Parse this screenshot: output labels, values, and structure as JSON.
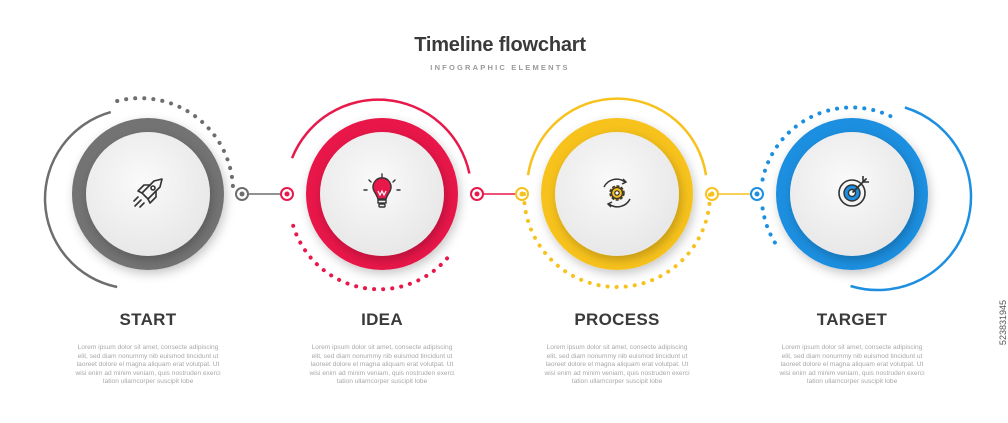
{
  "header": {
    "title": "Timeline flowchart",
    "subtitle": "INFOGRAPHIC ELEMENTS"
  },
  "steps": [
    {
      "label": "START",
      "color": "#6e6e6e",
      "icon": "rocket-icon",
      "desc": "Lorem ipsum dolor sit amet, consecte adipiscing elit, sed diam nonummy nib euismod tincidunt ut laoreet dolore el magna aliquam erat volutpat. Ut wisi enim ad minim veniam, quis nostruden exerci tation ullamcorper suscipit lobe"
    },
    {
      "label": "IDEA",
      "color": "#e8194a",
      "icon": "lightbulb-icon",
      "desc": "Lorem ipsum dolor sit amet, consecte adipiscing elit, sed diam nonummy nib euismod tincidunt ut laoreet dolore el magna aliquam erat volutpat. Ut wisi enim ad minim veniam, quis nostruden exerci tation ullamcorper suscipit lobe"
    },
    {
      "label": "PROCESS",
      "color": "#f7c21e",
      "icon": "gear-cycle-icon",
      "desc": "Lorem ipsum dolor sit amet, consecte adipiscing elit, sed diam nonummy nib euismod tincidunt ut laoreet dolore el magna aliquam erat volutpat. Ut wisi enim ad minim veniam, quis nostruden exerci tation ullamcorper suscipit lobe"
    },
    {
      "label": "TARGET",
      "color": "#1d8fe0",
      "icon": "target-icon",
      "desc": "Lorem ipsum dolor sit amet, consecte adipiscing elit, sed diam nonummy nib euismod tincidunt ut laoreet dolore el magna aliquam erat volutpat. Ut wisi enim ad minim veniam, quis nostruden exerci tation ullamcorper suscipit lobe"
    }
  ],
  "stamp": "523831945"
}
